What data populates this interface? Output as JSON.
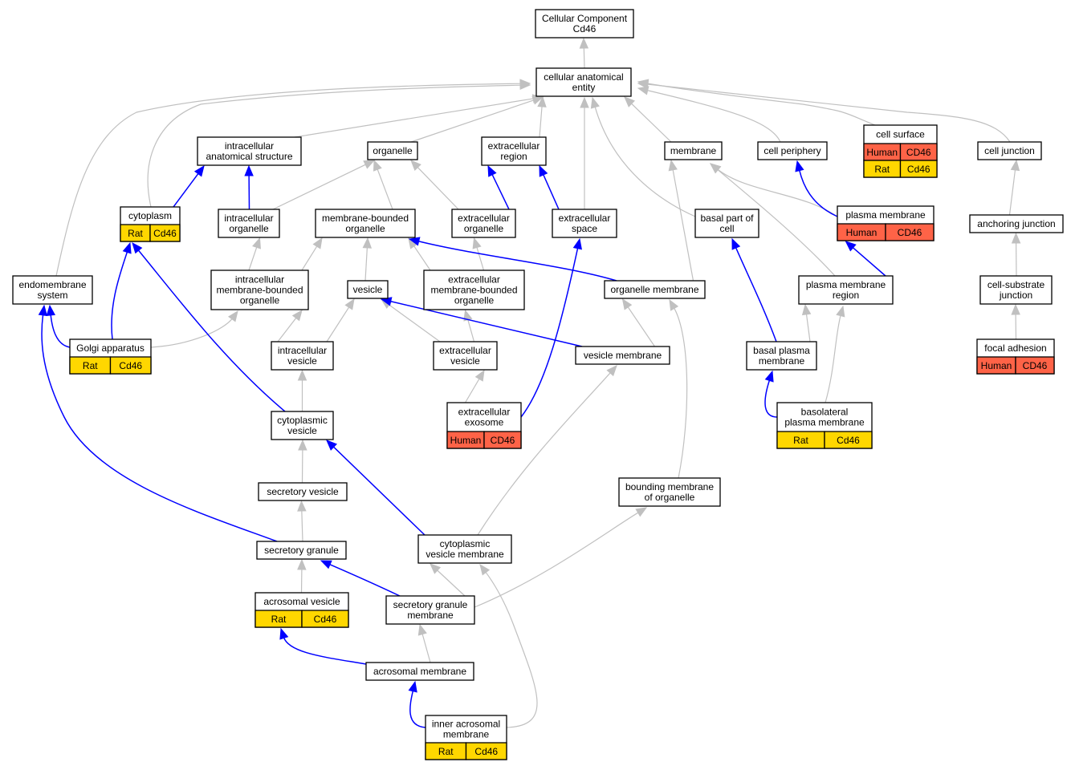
{
  "colors": {
    "rat": "#FFD700",
    "human": "#FF6347",
    "edge_is_a": "#C0C0C0",
    "edge_part_of": "#0000FF"
  },
  "nodes": [
    {
      "id": "root",
      "lines": [
        "Cellular Component",
        "Cd46"
      ]
    },
    {
      "id": "cae",
      "lines": [
        "cellular anatomical",
        "entity"
      ]
    },
    {
      "id": "ias",
      "lines": [
        "intracellular",
        "anatomical structure"
      ]
    },
    {
      "id": "organelle",
      "lines": [
        "organelle"
      ]
    },
    {
      "id": "extreg",
      "lines": [
        "extracellular",
        "region"
      ]
    },
    {
      "id": "membrane",
      "lines": [
        "membrane"
      ]
    },
    {
      "id": "cellper",
      "lines": [
        "cell periphery"
      ]
    },
    {
      "id": "cellsurf",
      "lines": [
        "cell surface"
      ],
      "annotations": [
        [
          "Human",
          "CD46"
        ],
        [
          "Rat",
          "Cd46"
        ]
      ]
    },
    {
      "id": "celljunc",
      "lines": [
        "cell junction"
      ]
    },
    {
      "id": "cytoplasm",
      "lines": [
        "cytoplasm"
      ],
      "annotations": [
        [
          "Rat",
          "Cd46"
        ]
      ]
    },
    {
      "id": "intorg",
      "lines": [
        "intracellular",
        "organelle"
      ]
    },
    {
      "id": "mbo",
      "lines": [
        "membrane-bounded",
        "organelle"
      ]
    },
    {
      "id": "extorg",
      "lines": [
        "extracellular",
        "organelle"
      ]
    },
    {
      "id": "extspace",
      "lines": [
        "extracellular",
        "space"
      ]
    },
    {
      "id": "basalpart",
      "lines": [
        "basal part of",
        "cell"
      ]
    },
    {
      "id": "pm",
      "lines": [
        "plasma membrane"
      ],
      "annotations": [
        [
          "Human",
          "CD46"
        ]
      ]
    },
    {
      "id": "anchjunc",
      "lines": [
        "anchoring junction"
      ]
    },
    {
      "id": "endomem",
      "lines": [
        "endomembrane",
        "system"
      ]
    },
    {
      "id": "imbo",
      "lines": [
        "intracellular",
        "membrane-bounded",
        "organelle"
      ]
    },
    {
      "id": "vesicle",
      "lines": [
        "vesicle"
      ]
    },
    {
      "id": "embo",
      "lines": [
        "extracellular",
        "membrane-bounded",
        "organelle"
      ]
    },
    {
      "id": "orgmem",
      "lines": [
        "organelle membrane"
      ]
    },
    {
      "id": "pmr",
      "lines": [
        "plasma membrane",
        "region"
      ]
    },
    {
      "id": "csj",
      "lines": [
        "cell-substrate",
        "junction"
      ]
    },
    {
      "id": "golgi",
      "lines": [
        "Golgi apparatus"
      ],
      "annotations": [
        [
          "Rat",
          "Cd46"
        ]
      ]
    },
    {
      "id": "intves",
      "lines": [
        "intracellular",
        "vesicle"
      ]
    },
    {
      "id": "extves",
      "lines": [
        "extracellular",
        "vesicle"
      ]
    },
    {
      "id": "vesmem",
      "lines": [
        "vesicle membrane"
      ]
    },
    {
      "id": "bpm",
      "lines": [
        "basal plasma",
        "membrane"
      ]
    },
    {
      "id": "focadh",
      "lines": [
        "focal adhesion"
      ],
      "annotations": [
        [
          "Human",
          "CD46"
        ]
      ]
    },
    {
      "id": "exosome",
      "lines": [
        "extracellular",
        "exosome"
      ],
      "annotations": [
        [
          "Human",
          "CD46"
        ]
      ]
    },
    {
      "id": "blpm",
      "lines": [
        "basolateral",
        "plasma membrane"
      ],
      "annotations": [
        [
          "Rat",
          "Cd46"
        ]
      ]
    },
    {
      "id": "cytves",
      "lines": [
        "cytoplasmic",
        "vesicle"
      ]
    },
    {
      "id": "secves",
      "lines": [
        "secretory vesicle"
      ]
    },
    {
      "id": "bmo",
      "lines": [
        "bounding membrane",
        "of organelle"
      ]
    },
    {
      "id": "secgran",
      "lines": [
        "secretory granule"
      ]
    },
    {
      "id": "cvm",
      "lines": [
        "cytoplasmic",
        "vesicle membrane"
      ]
    },
    {
      "id": "acrves",
      "lines": [
        "acrosomal vesicle"
      ],
      "annotations": [
        [
          "Rat",
          "Cd46"
        ]
      ]
    },
    {
      "id": "sgm",
      "lines": [
        "secretory granule",
        "membrane"
      ]
    },
    {
      "id": "acrmem",
      "lines": [
        "acrosomal membrane"
      ]
    },
    {
      "id": "iam",
      "lines": [
        "inner acrosomal",
        "membrane"
      ],
      "annotations": [
        [
          "Rat",
          "Cd46"
        ]
      ]
    }
  ],
  "edges": [
    {
      "from": "cae",
      "to": "root",
      "kind": "is_a"
    },
    {
      "from": "ias",
      "to": "cae",
      "kind": "is_a"
    },
    {
      "from": "organelle",
      "to": "cae",
      "kind": "is_a"
    },
    {
      "from": "extreg",
      "to": "cae",
      "kind": "is_a"
    },
    {
      "from": "membrane",
      "to": "cae",
      "kind": "is_a"
    },
    {
      "from": "cellper",
      "to": "cae",
      "kind": "is_a"
    },
    {
      "from": "cellsurf",
      "to": "cae",
      "kind": "is_a"
    },
    {
      "from": "celljunc",
      "to": "cae",
      "kind": "is_a"
    },
    {
      "from": "cytoplasm",
      "to": "cae",
      "kind": "is_a"
    },
    {
      "from": "endomem",
      "to": "cae",
      "kind": "is_a"
    },
    {
      "from": "extspace",
      "to": "cae",
      "kind": "is_a"
    },
    {
      "from": "basalpart",
      "to": "cae",
      "kind": "is_a"
    },
    {
      "from": "cytoplasm",
      "to": "ias",
      "kind": "part_of"
    },
    {
      "from": "intorg",
      "to": "ias",
      "kind": "part_of"
    },
    {
      "from": "intorg",
      "to": "organelle",
      "kind": "is_a"
    },
    {
      "from": "mbo",
      "to": "organelle",
      "kind": "is_a"
    },
    {
      "from": "extorg",
      "to": "organelle",
      "kind": "is_a"
    },
    {
      "from": "extorg",
      "to": "extreg",
      "kind": "part_of"
    },
    {
      "from": "extspace",
      "to": "extreg",
      "kind": "part_of"
    },
    {
      "from": "pm",
      "to": "membrane",
      "kind": "is_a"
    },
    {
      "from": "pm",
      "to": "cellper",
      "kind": "part_of"
    },
    {
      "from": "anchjunc",
      "to": "celljunc",
      "kind": "is_a"
    },
    {
      "from": "imbo",
      "to": "intorg",
      "kind": "is_a"
    },
    {
      "from": "imbo",
      "to": "mbo",
      "kind": "is_a"
    },
    {
      "from": "vesicle",
      "to": "mbo",
      "kind": "is_a"
    },
    {
      "from": "embo",
      "to": "mbo",
      "kind": "is_a"
    },
    {
      "from": "embo",
      "to": "extorg",
      "kind": "is_a"
    },
    {
      "from": "orgmem",
      "to": "mbo",
      "kind": "part_of"
    },
    {
      "from": "orgmem",
      "to": "membrane",
      "kind": "is_a"
    },
    {
      "from": "pmr",
      "to": "pm",
      "kind": "part_of"
    },
    {
      "from": "pmr",
      "to": "membrane",
      "kind": "is_a"
    },
    {
      "from": "csj",
      "to": "anchjunc",
      "kind": "is_a"
    },
    {
      "from": "golgi",
      "to": "cytoplasm",
      "kind": "part_of"
    },
    {
      "from": "golgi",
      "to": "endomem",
      "kind": "part_of"
    },
    {
      "from": "golgi",
      "to": "imbo",
      "kind": "is_a"
    },
    {
      "from": "intves",
      "to": "imbo",
      "kind": "is_a"
    },
    {
      "from": "intves",
      "to": "vesicle",
      "kind": "is_a"
    },
    {
      "from": "extves",
      "to": "vesicle",
      "kind": "is_a"
    },
    {
      "from": "extves",
      "to": "embo",
      "kind": "is_a"
    },
    {
      "from": "vesmem",
      "to": "vesicle",
      "kind": "part_of"
    },
    {
      "from": "vesmem",
      "to": "orgmem",
      "kind": "is_a"
    },
    {
      "from": "bpm",
      "to": "basalpart",
      "kind": "part_of"
    },
    {
      "from": "bpm",
      "to": "pmr",
      "kind": "is_a"
    },
    {
      "from": "focadh",
      "to": "csj",
      "kind": "is_a"
    },
    {
      "from": "exosome",
      "to": "extves",
      "kind": "is_a"
    },
    {
      "from": "exosome",
      "to": "extspace",
      "kind": "part_of"
    },
    {
      "from": "blpm",
      "to": "bpm",
      "kind": "part_of"
    },
    {
      "from": "blpm",
      "to": "pmr",
      "kind": "is_a"
    },
    {
      "from": "cytves",
      "to": "intves",
      "kind": "is_a"
    },
    {
      "from": "cytves",
      "to": "cytoplasm",
      "kind": "part_of"
    },
    {
      "from": "secves",
      "to": "cytves",
      "kind": "is_a"
    },
    {
      "from": "bmo",
      "to": "orgmem",
      "kind": "is_a"
    },
    {
      "from": "secgran",
      "to": "secves",
      "kind": "is_a"
    },
    {
      "from": "secgran",
      "to": "endomem",
      "kind": "part_of"
    },
    {
      "from": "cvm",
      "to": "cytves",
      "kind": "part_of"
    },
    {
      "from": "cvm",
      "to": "vesmem",
      "kind": "is_a"
    },
    {
      "from": "acrves",
      "to": "secgran",
      "kind": "is_a"
    },
    {
      "from": "sgm",
      "to": "secgran",
      "kind": "part_of"
    },
    {
      "from": "sgm",
      "to": "cvm",
      "kind": "is_a"
    },
    {
      "from": "sgm",
      "to": "bmo",
      "kind": "is_a"
    },
    {
      "from": "acrmem",
      "to": "acrves",
      "kind": "part_of"
    },
    {
      "from": "acrmem",
      "to": "sgm",
      "kind": "is_a"
    },
    {
      "from": "iam",
      "to": "acrmem",
      "kind": "part_of"
    },
    {
      "from": "iam",
      "to": "cvm",
      "kind": "is_a"
    }
  ]
}
